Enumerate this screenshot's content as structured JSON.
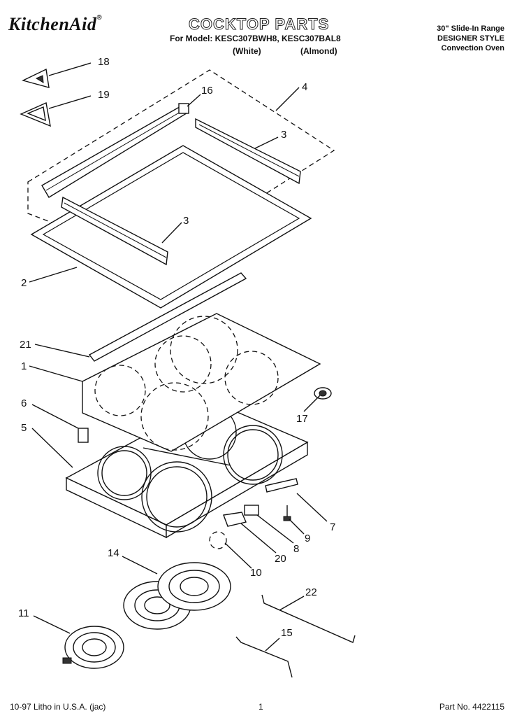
{
  "header": {
    "brand": "KitchenAid",
    "brand_mark": "®",
    "title": "COCKTOP PARTS",
    "models": "For Model: KESC307BWH8, KESC307BAL8",
    "variant_white": "(White)",
    "variant_almond": "(Almond)",
    "range_line1": "30\" Slide-In Range",
    "range_line2": "DESIGNER STYLE",
    "range_line3": "Convection Oven"
  },
  "callouts": {
    "c18": "18",
    "c19": "19",
    "c16": "16",
    "c4": "4",
    "c3a": "3",
    "c3b": "3",
    "c2": "2",
    "c21": "21",
    "c1": "1",
    "c6": "6",
    "c5": "5",
    "c17": "17",
    "c7": "7",
    "c9": "9",
    "c8": "8",
    "c20": "20",
    "c10": "10",
    "c14": "14",
    "c22": "22",
    "c11": "11",
    "c15": "15"
  },
  "footer": {
    "litho": "10-97 Litho in U.S.A. (jac)",
    "page": "1",
    "part_no": "Part No. 4422115"
  }
}
